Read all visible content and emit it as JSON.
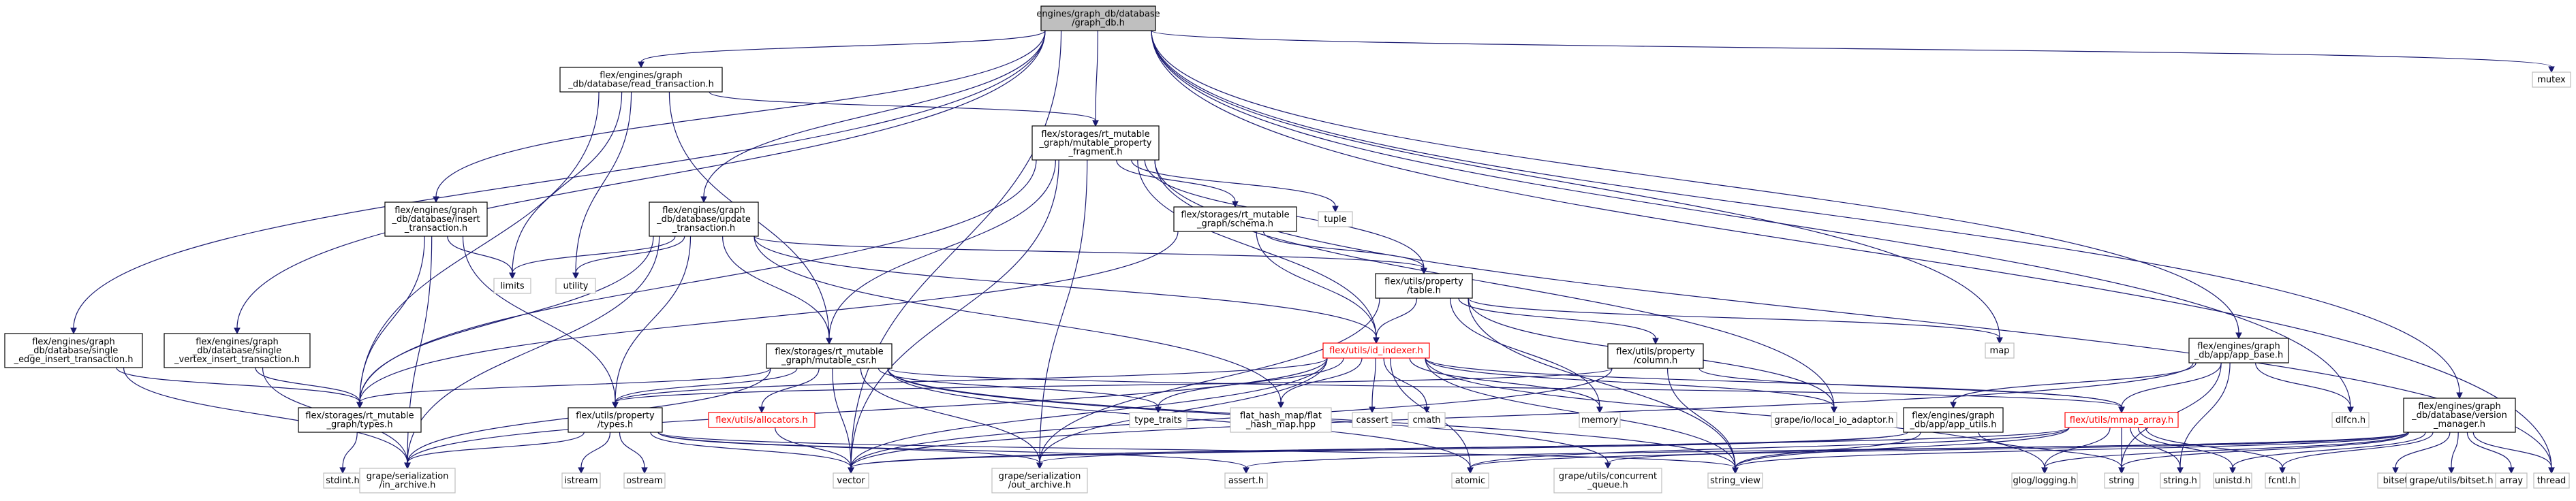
{
  "graph": {
    "colors": {
      "edge": "#191970",
      "root_fill": "#bfbfbf",
      "box_border": "#000000",
      "system_border": "#bfbfbf",
      "incomplete_border": "#ff0000",
      "text": "#000000"
    },
    "nodes": [
      {
        "id": "graph_db",
        "lines": [
          "engines/graph_db/database",
          "/graph_db.h"
        ],
        "style": "root"
      },
      {
        "id": "read_txn",
        "lines": [
          "flex/engines/graph",
          "_db/database/read_transaction.h"
        ],
        "style": "normal"
      },
      {
        "id": "mutex",
        "lines": [
          "mutex"
        ],
        "style": "sys"
      },
      {
        "id": "single_edge",
        "lines": [
          "flex/engines/graph",
          "_db/database/single",
          "_edge_insert_transaction.h"
        ],
        "style": "normal"
      },
      {
        "id": "single_vertex",
        "lines": [
          "flex/engines/graph",
          "_db/database/single",
          "_vertex_insert_transaction.h"
        ],
        "style": "normal"
      },
      {
        "id": "insert_txn",
        "lines": [
          "flex/engines/graph",
          "_db/database/insert",
          "_transaction.h"
        ],
        "style": "normal"
      },
      {
        "id": "update_txn",
        "lines": [
          "flex/engines/graph",
          "_db/database/update",
          "_transaction.h"
        ],
        "style": "normal"
      },
      {
        "id": "mpf",
        "lines": [
          "flex/storages/rt_mutable",
          "_graph/mutable_property",
          "_fragment.h"
        ],
        "style": "normal"
      },
      {
        "id": "schema",
        "lines": [
          "flex/storages/rt_mutable",
          "_graph/schema.h"
        ],
        "style": "normal"
      },
      {
        "id": "tuple",
        "lines": [
          "tuple"
        ],
        "style": "sys"
      },
      {
        "id": "limits",
        "lines": [
          "limits"
        ],
        "style": "sys"
      },
      {
        "id": "utility",
        "lines": [
          "utility"
        ],
        "style": "sys"
      },
      {
        "id": "table",
        "lines": [
          "flex/utils/property",
          "/table.h"
        ],
        "style": "normal"
      },
      {
        "id": "map",
        "lines": [
          "map"
        ],
        "style": "sys"
      },
      {
        "id": "app_base",
        "lines": [
          "flex/engines/graph",
          "_db/app/app_base.h"
        ],
        "style": "normal"
      },
      {
        "id": "dlfcn",
        "lines": [
          "dlfcn.h"
        ],
        "style": "sys"
      },
      {
        "id": "version_mgr",
        "lines": [
          "flex/engines/graph",
          "_db/database/version",
          "_manager.h"
        ],
        "style": "normal"
      },
      {
        "id": "csr",
        "lines": [
          "flex/storages/rt_mutable",
          "_graph/mutable_csr.h"
        ],
        "style": "normal"
      },
      {
        "id": "id_indexer",
        "lines": [
          "flex/utils/id_indexer.h"
        ],
        "style": "red"
      },
      {
        "id": "column",
        "lines": [
          "flex/utils/property",
          "/column.h"
        ],
        "style": "normal"
      },
      {
        "id": "rt_types",
        "lines": [
          "flex/storages/rt_mutable",
          "_graph/types.h"
        ],
        "style": "normal"
      },
      {
        "id": "stdint",
        "lines": [
          "stdint.h"
        ],
        "style": "sys"
      },
      {
        "id": "prop_types",
        "lines": [
          "flex/utils/property",
          "/types.h"
        ],
        "style": "normal"
      },
      {
        "id": "allocators",
        "lines": [
          "flex/utils/allocators.h"
        ],
        "style": "red"
      },
      {
        "id": "type_traits",
        "lines": [
          "type_traits"
        ],
        "style": "sys"
      },
      {
        "id": "flat_hash_map",
        "lines": [
          "flat_hash_map/flat",
          "_hash_map.hpp"
        ],
        "style": "sys"
      },
      {
        "id": "cassert",
        "lines": [
          "cassert"
        ],
        "style": "sys"
      },
      {
        "id": "cmath",
        "lines": [
          "cmath"
        ],
        "style": "sys"
      },
      {
        "id": "memory",
        "lines": [
          "memory"
        ],
        "style": "sys"
      },
      {
        "id": "local_io",
        "lines": [
          "grape/io/local_io_adaptor.h"
        ],
        "style": "sys"
      },
      {
        "id": "mmap_array",
        "lines": [
          "flex/utils/mmap_array.h"
        ],
        "style": "red"
      },
      {
        "id": "app_utils",
        "lines": [
          "flex/engines/graph",
          "_db/app/app_utils.h"
        ],
        "style": "normal"
      },
      {
        "id": "in_archive",
        "lines": [
          "grape/serialization",
          "/in_archive.h"
        ],
        "style": "sys"
      },
      {
        "id": "istream",
        "lines": [
          "istream"
        ],
        "style": "sys"
      },
      {
        "id": "ostream",
        "lines": [
          "ostream"
        ],
        "style": "sys"
      },
      {
        "id": "vector",
        "lines": [
          "vector"
        ],
        "style": "sys"
      },
      {
        "id": "out_archive",
        "lines": [
          "grape/serialization",
          "/out_archive.h"
        ],
        "style": "sys"
      },
      {
        "id": "assert",
        "lines": [
          "assert.h"
        ],
        "style": "sys"
      },
      {
        "id": "atomic",
        "lines": [
          "atomic"
        ],
        "style": "sys"
      },
      {
        "id": "concurrent_queue",
        "lines": [
          "grape/utils/concurrent",
          "_queue.h"
        ],
        "style": "sys"
      },
      {
        "id": "string_view",
        "lines": [
          "string_view"
        ],
        "style": "sys"
      },
      {
        "id": "glog",
        "lines": [
          "glog/logging.h"
        ],
        "style": "sys"
      },
      {
        "id": "string",
        "lines": [
          "string"
        ],
        "style": "sys"
      },
      {
        "id": "string_h",
        "lines": [
          "string.h"
        ],
        "style": "sys"
      },
      {
        "id": "unistd",
        "lines": [
          "unistd.h"
        ],
        "style": "sys"
      },
      {
        "id": "fcntl",
        "lines": [
          "fcntl.h"
        ],
        "style": "sys"
      },
      {
        "id": "bitset",
        "lines": [
          "bitset"
        ],
        "style": "sys"
      },
      {
        "id": "grape_bitset",
        "lines": [
          "grape/utils/bitset.h"
        ],
        "style": "sys"
      },
      {
        "id": "array",
        "lines": [
          "array"
        ],
        "style": "sys"
      },
      {
        "id": "thread",
        "lines": [
          "thread"
        ],
        "style": "sys"
      }
    ],
    "edges": [
      [
        "graph_db",
        "read_txn"
      ],
      [
        "graph_db",
        "mutex"
      ],
      [
        "graph_db",
        "single_edge"
      ],
      [
        "graph_db",
        "single_vertex"
      ],
      [
        "graph_db",
        "insert_txn"
      ],
      [
        "graph_db",
        "update_txn"
      ],
      [
        "graph_db",
        "mpf"
      ],
      [
        "graph_db",
        "map"
      ],
      [
        "graph_db",
        "app_base"
      ],
      [
        "graph_db",
        "dlfcn"
      ],
      [
        "graph_db",
        "version_mgr"
      ],
      [
        "graph_db",
        "vector"
      ],
      [
        "graph_db",
        "thread"
      ],
      [
        "read_txn",
        "mpf"
      ],
      [
        "read_txn",
        "limits"
      ],
      [
        "read_txn",
        "utility"
      ],
      [
        "read_txn",
        "rt_types"
      ],
      [
        "read_txn",
        "csr"
      ],
      [
        "single_edge",
        "rt_types"
      ],
      [
        "single_edge",
        "in_archive"
      ],
      [
        "single_vertex",
        "rt_types"
      ],
      [
        "single_vertex",
        "in_archive"
      ],
      [
        "insert_txn",
        "limits"
      ],
      [
        "insert_txn",
        "rt_types"
      ],
      [
        "insert_txn",
        "prop_types"
      ],
      [
        "insert_txn",
        "in_archive"
      ],
      [
        "update_txn",
        "limits"
      ],
      [
        "update_txn",
        "utility"
      ],
      [
        "update_txn",
        "csr"
      ],
      [
        "update_txn",
        "table"
      ],
      [
        "update_txn",
        "id_indexer"
      ],
      [
        "update_txn",
        "rt_types"
      ],
      [
        "update_txn",
        "prop_types"
      ],
      [
        "update_txn",
        "flat_hash_map"
      ],
      [
        "update_txn",
        "in_archive"
      ],
      [
        "mpf",
        "schema"
      ],
      [
        "mpf",
        "tuple"
      ],
      [
        "mpf",
        "table"
      ],
      [
        "mpf",
        "csr"
      ],
      [
        "mpf",
        "id_indexer"
      ],
      [
        "mpf",
        "rt_types"
      ],
      [
        "mpf",
        "vector"
      ],
      [
        "mpf",
        "out_archive"
      ],
      [
        "mpf",
        "local_io"
      ],
      [
        "mpf",
        "thread"
      ],
      [
        "schema",
        "table"
      ],
      [
        "schema",
        "id_indexer"
      ],
      [
        "schema",
        "rt_types"
      ],
      [
        "table",
        "column"
      ],
      [
        "table",
        "id_indexer"
      ],
      [
        "table",
        "map"
      ],
      [
        "table",
        "memory"
      ],
      [
        "table",
        "local_io"
      ],
      [
        "table",
        "string_view"
      ],
      [
        "table",
        "out_archive"
      ],
      [
        "column",
        "prop_types"
      ],
      [
        "column",
        "mmap_array"
      ],
      [
        "column",
        "string_view"
      ],
      [
        "column",
        "vector"
      ],
      [
        "csr",
        "rt_types"
      ],
      [
        "csr",
        "prop_types"
      ],
      [
        "csr",
        "allocators"
      ],
      [
        "csr",
        "type_traits"
      ],
      [
        "csr",
        "vector"
      ],
      [
        "csr",
        "in_archive"
      ],
      [
        "csr",
        "out_archive"
      ],
      [
        "csr",
        "mmap_array"
      ],
      [
        "csr",
        "atomic"
      ],
      [
        "csr",
        "concurrent_queue"
      ],
      [
        "csr",
        "string_view"
      ],
      [
        "id_indexer",
        "prop_types"
      ],
      [
        "id_indexer",
        "type_traits"
      ],
      [
        "id_indexer",
        "flat_hash_map"
      ],
      [
        "id_indexer",
        "cassert"
      ],
      [
        "id_indexer",
        "cmath"
      ],
      [
        "id_indexer",
        "memory"
      ],
      [
        "id_indexer",
        "local_io"
      ],
      [
        "id_indexer",
        "mmap_array"
      ],
      [
        "id_indexer",
        "vector"
      ],
      [
        "id_indexer",
        "out_archive"
      ],
      [
        "id_indexer",
        "atomic"
      ],
      [
        "id_indexer",
        "string_view"
      ],
      [
        "id_indexer",
        "glog"
      ],
      [
        "id_indexer",
        "in_archive"
      ],
      [
        "rt_types",
        "stdint"
      ],
      [
        "prop_types",
        "in_archive"
      ],
      [
        "prop_types",
        "istream"
      ],
      [
        "prop_types",
        "ostream"
      ],
      [
        "prop_types",
        "vector"
      ],
      [
        "prop_types",
        "out_archive"
      ],
      [
        "prop_types",
        "assert"
      ],
      [
        "prop_types",
        "string_view"
      ],
      [
        "allocators",
        "vector"
      ],
      [
        "mmap_array",
        "glog"
      ],
      [
        "mmap_array",
        "string"
      ],
      [
        "mmap_array",
        "string_h"
      ],
      [
        "mmap_array",
        "unistd"
      ],
      [
        "mmap_array",
        "fcntl"
      ],
      [
        "mmap_array",
        "atomic"
      ],
      [
        "mmap_array",
        "string_view"
      ],
      [
        "mmap_array",
        "vector"
      ],
      [
        "app_base",
        "app_utils"
      ],
      [
        "app_base",
        "mmap_array"
      ],
      [
        "app_base",
        "dlfcn"
      ],
      [
        "app_base",
        "string"
      ],
      [
        "app_base",
        "string_h"
      ],
      [
        "app_base",
        "vector"
      ],
      [
        "app_utils",
        "vector"
      ],
      [
        "app_utils",
        "string"
      ],
      [
        "app_utils",
        "string_view"
      ],
      [
        "app_utils",
        "out_archive"
      ],
      [
        "version_mgr",
        "atomic"
      ],
      [
        "version_mgr",
        "bitset"
      ],
      [
        "version_mgr",
        "grape_bitset"
      ],
      [
        "version_mgr",
        "array"
      ],
      [
        "version_mgr",
        "thread"
      ],
      [
        "version_mgr",
        "concurrent_queue"
      ],
      [
        "version_mgr",
        "glog"
      ],
      [
        "version_mgr",
        "string_view"
      ],
      [
        "version_mgr",
        "fcntl"
      ],
      [
        "version_mgr",
        "unistd"
      ],
      [
        "version_mgr",
        "assert"
      ],
      [
        "version_mgr",
        "string"
      ]
    ]
  }
}
